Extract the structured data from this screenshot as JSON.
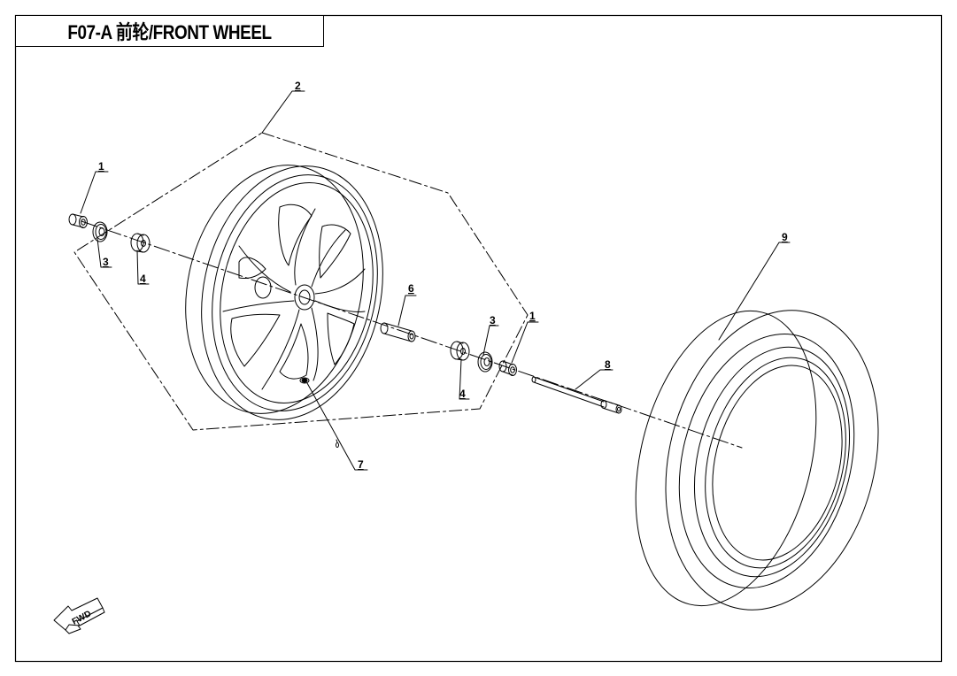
{
  "title": "F07-A  前轮/FRONT WHEEL",
  "fwd_label": "FWD",
  "callouts": {
    "c1_left": "1",
    "c2": "2",
    "c3_left": "3",
    "c4_left": "4",
    "c6": "6",
    "c3_right": "3",
    "c1_right": "1",
    "c4_right": "4",
    "c8": "8",
    "c7": "7",
    "c9": "9"
  }
}
